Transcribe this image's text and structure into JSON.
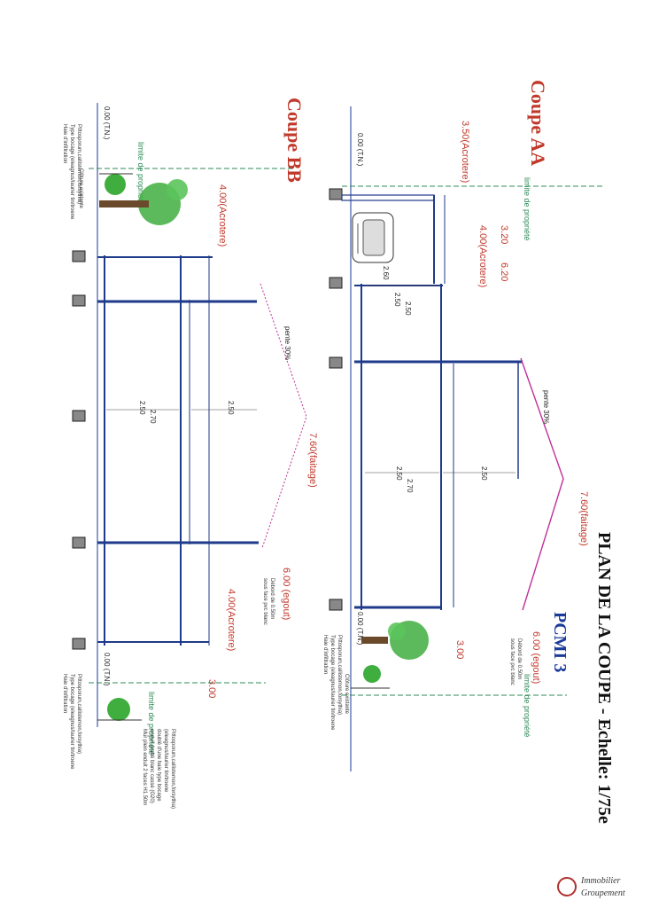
{
  "title": {
    "main": "PLAN DE LA COUPE - Echelle: 1/75e",
    "code": "PCMI 3"
  },
  "colors": {
    "title_blue": "#1a3a9b",
    "coupe_red": "#c0392b",
    "level_red": "#c0392b",
    "limit_green": "#2e8b57",
    "axis_blue": "#1a3a9b",
    "roof_pink": "#c0309b",
    "wall_blue": "#1e3a8a",
    "tree_green": "#3fae3f"
  },
  "coupe_aa": {
    "title": "Coupe AA",
    "levels": {
      "tn": "0.00 (T.N.)",
      "acrotere_low": "3.50(Acrotere)",
      "acrotere_mid": "4.00(Acrotere)",
      "dim_320": "3.20",
      "dim_620": "6.20",
      "faitage": "7.60(faitage)",
      "egout": "6.00 (egout)",
      "tn_right": "0.00 (T.N.)",
      "dim_300": "3.00"
    },
    "dims": [
      "2.60",
      "2.50",
      "2.50",
      "2.50",
      "2.70",
      "2.50"
    ],
    "limit_left": "limite de propriété",
    "limit_right": "limite de propriété",
    "pente": "pente 30%",
    "debord": [
      "Débord de 0.50m",
      "sous face pvc blanc"
    ],
    "cloture": "Clôture existante",
    "haie": [
      "Haie d'infiltration",
      "Type bocage (eleagnus/laurier tin/troene",
      "Pittosporum,callistemon,forsythia)"
    ]
  },
  "coupe_bb": {
    "title": "Coupe BB",
    "levels": {
      "tn": "0.00 (T.N.)",
      "acrotere": "4.00(Acrotere)",
      "faitage": "7.60(faitage)",
      "egout": "6.00 (egout)",
      "acrotere_right": "4.00(Acrotere)",
      "tn_right": "0.00 (T.N.)",
      "dim_300": "3.00"
    },
    "dims": [
      "2.50",
      "2.70",
      "2.50"
    ],
    "limit_left": "limite de propriété",
    "limit_right": "limite de propriété",
    "pente": "pente 30%",
    "debord": [
      "Débord de 0.50m",
      "sous face pvc blanc"
    ],
    "cloture": "Clôture existante",
    "haie_left": [
      "Haie d'infiltration",
      "Type bocage (eleagnus/laurier tin/troene",
      "Pittosporum,callistemon,forsythia)"
    ],
    "haie_right": [
      "Haie d'infiltration",
      "Type bocage (eleagnus/laurier tin/troene",
      "Pittosporum,callistemon,forsythia)"
    ],
    "mur": [
      "Mur plein enduit 2 faces H1.50m",
      "enduit gratté blanc cassé (G20)",
      "doublé d'une haie type bocage",
      "(eleagnus/laurier tin/troene",
      "Pittosporum,callistemon,forsythia)"
    ]
  },
  "logo": {
    "line1": "Immobilier",
    "line2": "Groupement"
  }
}
